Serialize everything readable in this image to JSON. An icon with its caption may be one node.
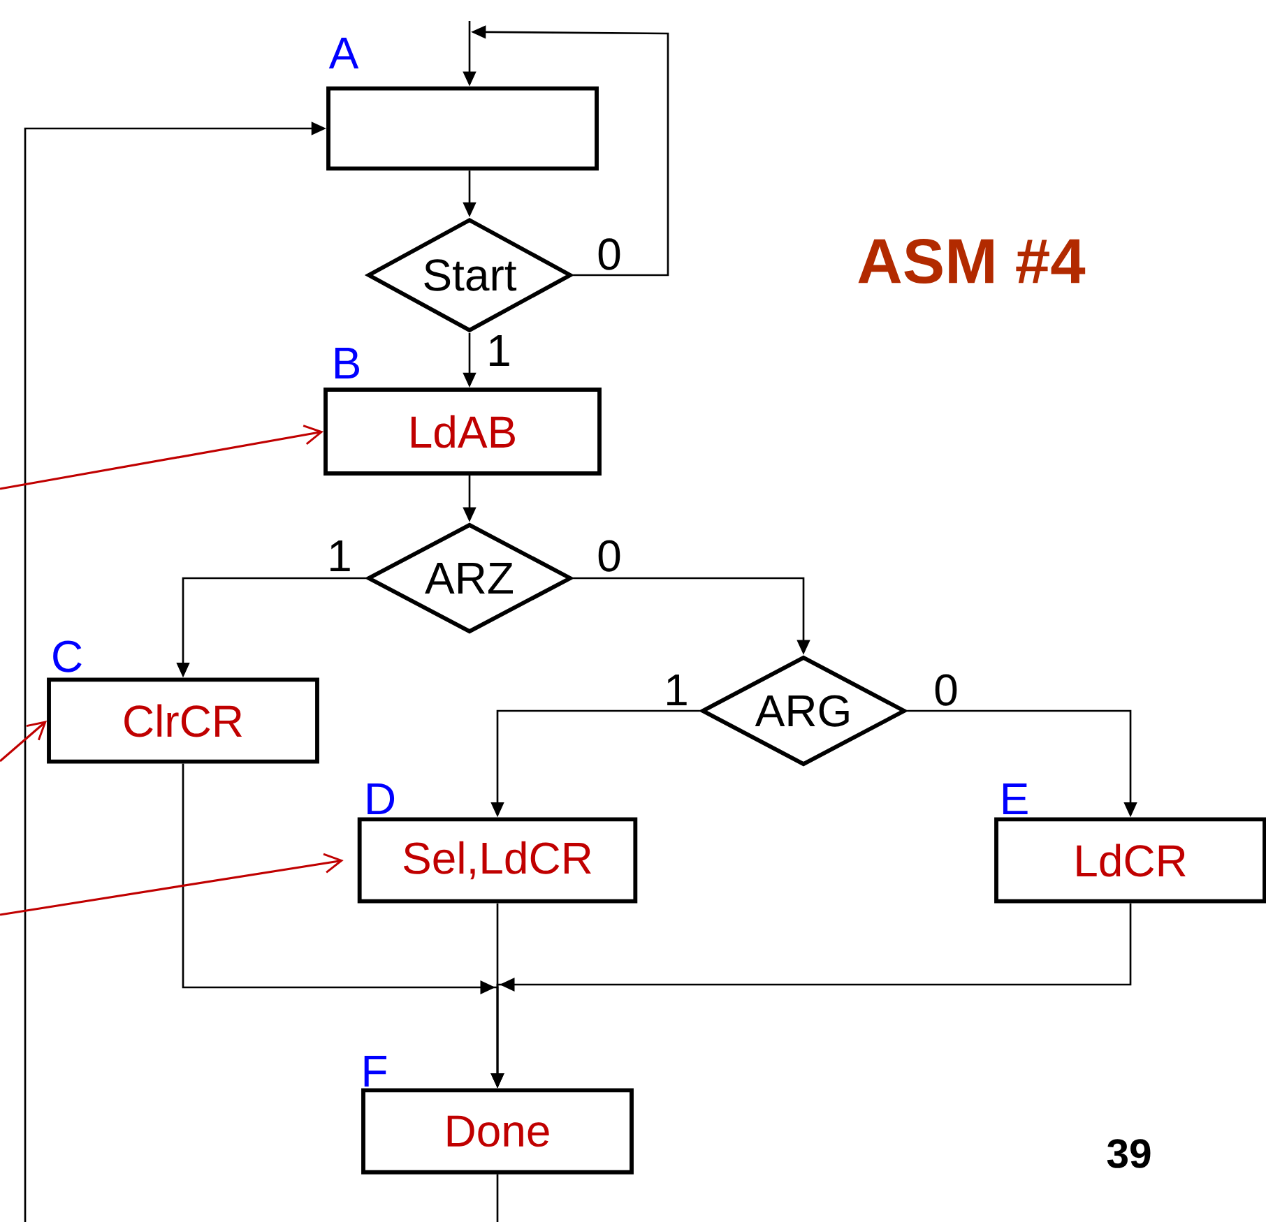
{
  "diagram": {
    "title": "ASM #4",
    "nodes": [
      {
        "text": [],
        "shape": "box",
        "beside": [
          "A"
        ]
      },
      {
        "text": [
          "Start"
        ]
      },
      {
        "text": [
          "LdAB"
        ],
        "beside": [
          "B"
        ]
      },
      {
        "text": [
          "ARZ"
        ]
      },
      {
        "text": [
          "ClrCR"
        ],
        "beside": [
          "C"
        ]
      },
      {
        "text": [
          "ARG"
        ]
      },
      {
        "text": [
          "Sel,LdCR"
        ],
        "beside": [
          "D"
        ]
      },
      {
        "text": [
          "LdCR"
        ],
        "beside": [
          "E"
        ]
      },
      {
        "text": [
          "Done"
        ],
        "beside": [
          "F"
        ]
      }
    ],
    "edges": [
      {
        "from": null,
        "to": 0,
        "arrow": "to"
      },
      {
        "from": 0,
        "to": 1,
        "arrow": "to"
      },
      {
        "from": 1,
        "to": 0,
        "arrow": "to",
        "label": "0"
      },
      {
        "from": 1,
        "to": 2,
        "arrow": "to",
        "label": "1"
      },
      {
        "from": 2,
        "to": 3,
        "arrow": "to"
      },
      {
        "from": 3,
        "to": 4,
        "arrow": "to",
        "label": "1"
      },
      {
        "from": 3,
        "to": 5,
        "arrow": "to",
        "label": "0"
      },
      {
        "from": 5,
        "to": 6,
        "arrow": "to",
        "label": "1"
      },
      {
        "from": 5,
        "to": 7,
        "arrow": "to",
        "label": "0"
      },
      {
        "from": 4,
        "to": 8,
        "arrow": "to"
      },
      {
        "from": 6,
        "to": 8,
        "arrow": "to"
      },
      {
        "from": 7,
        "to": 8,
        "arrow": "to"
      },
      {
        "from": 8,
        "to": null,
        "arrow": "none"
      },
      {
        "from": null,
        "to": 0,
        "arrow": "to"
      },
      {
        "from": null,
        "to": 2,
        "arrow": "to",
        "color": "#c00000"
      },
      {
        "from": null,
        "to": 4,
        "arrow": "to",
        "color": "#c00000"
      },
      {
        "from": null,
        "to": 6,
        "arrow": "to",
        "color": "#c00000"
      }
    ],
    "labels": [
      "39"
    ]
  }
}
